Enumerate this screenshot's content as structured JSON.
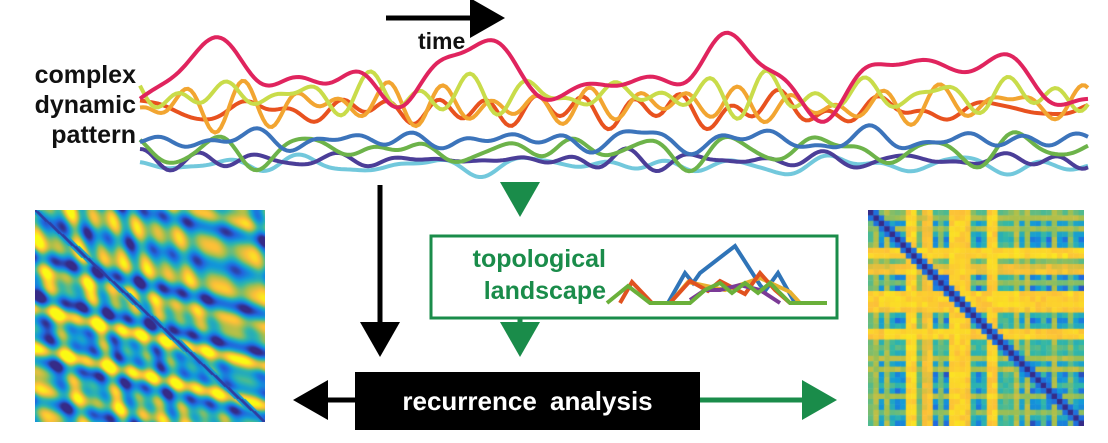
{
  "label": {
    "line1": "complex",
    "line2": "dynamic",
    "line3": "pattern"
  },
  "time_label": "time",
  "topology": {
    "line1": "topological",
    "line2": "landscape"
  },
  "recurrence_label": "recurrence analysis",
  "colors": {
    "green": "#1a8c4a",
    "series": [
      "#e0245e",
      "#c9dc4a",
      "#f2a531",
      "#e8521f",
      "#6db34a",
      "#3c74bb",
      "#4b3e98",
      "#72c8dc"
    ]
  }
}
